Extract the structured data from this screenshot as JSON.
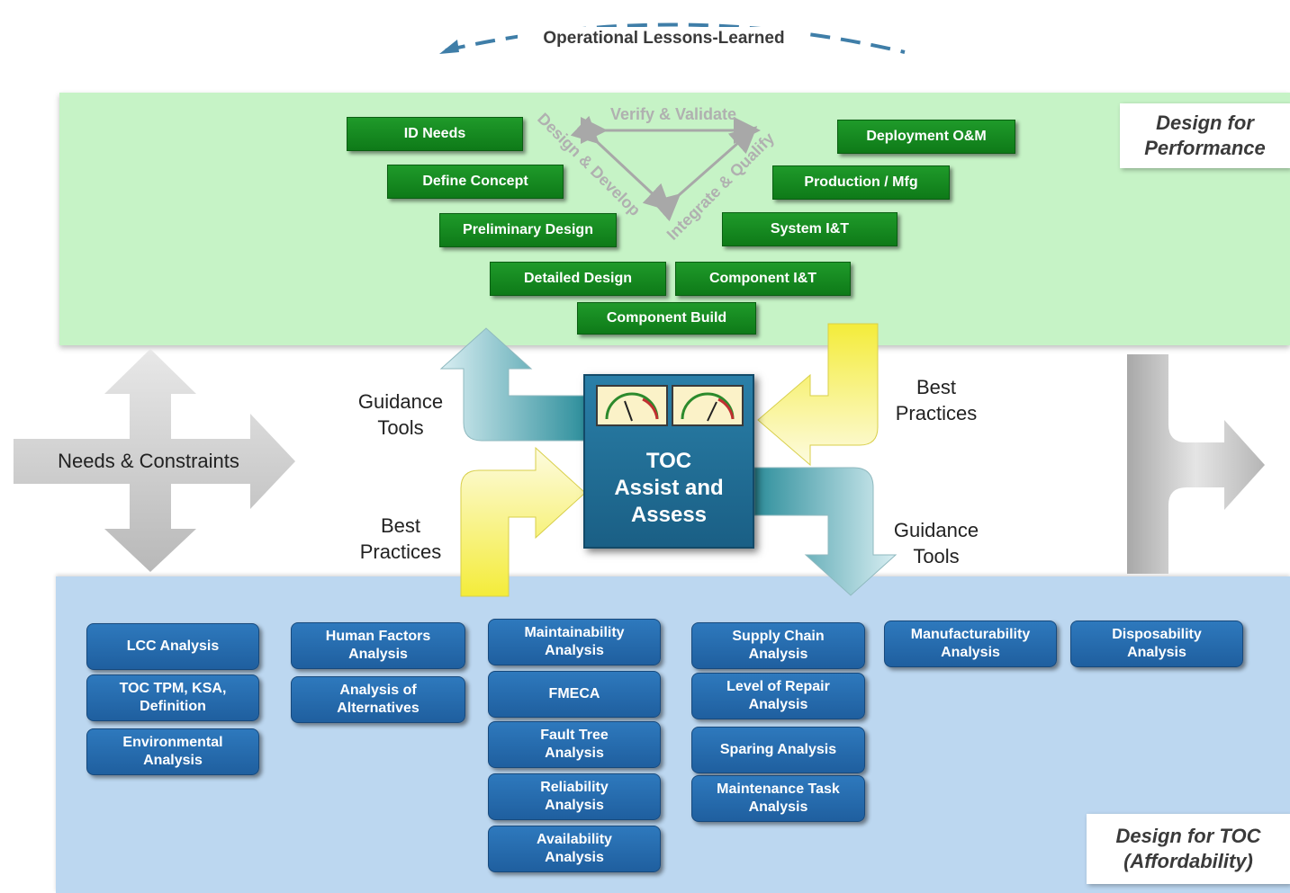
{
  "top_arc_label": "Operational Lessons-Learned",
  "performance_title": [
    "Design for",
    "Performance"
  ],
  "toc_title": [
    "Design for TOC",
    "(Affordability)"
  ],
  "v_diagram": {
    "left_steps": [
      "ID Needs",
      "Define Concept",
      "Preliminary Design",
      "Detailed Design"
    ],
    "bottom_step": "Component Build",
    "right_steps": [
      "Deployment O&M",
      "Production / Mfg",
      "System I&T",
      "Component I&T"
    ],
    "verify_label": "Verify & Validate",
    "design_label": "Design & Develop",
    "integrate_label": "Integrate & Qualify"
  },
  "center": {
    "lines": [
      "TOC",
      "Assist and",
      "Assess"
    ],
    "guidance_left": [
      "Guidance",
      "Tools"
    ],
    "best_left": [
      "Best",
      "Practices"
    ],
    "best_right": [
      "Best",
      "Practices"
    ],
    "guidance_right": [
      "Guidance",
      "Tools"
    ]
  },
  "needs_label": "Needs & Constraints",
  "analyses": {
    "col1": [
      [
        "LCC Analysis"
      ],
      [
        "TOC TPM, KSA,",
        "Definition"
      ],
      [
        "Environmental",
        "Analysis"
      ]
    ],
    "col2": [
      [
        "Human Factors",
        "Analysis"
      ],
      [
        "Analysis of",
        "Alternatives"
      ]
    ],
    "col3": [
      [
        "Maintainability",
        "Analysis"
      ],
      [
        "FMECA"
      ],
      [
        "Fault Tree",
        "Analysis"
      ],
      [
        "Reliability",
        "Analysis"
      ],
      [
        "Availability",
        "Analysis"
      ]
    ],
    "col4": [
      [
        "Supply Chain",
        "Analysis"
      ],
      [
        "Level of Repair",
        "Analysis"
      ],
      [
        "Sparing Analysis"
      ],
      [
        "Maintenance Task",
        "Analysis"
      ]
    ],
    "col5": [
      [
        "Manufacturability",
        "Analysis"
      ]
    ],
    "col6": [
      [
        "Disposability",
        "Analysis"
      ]
    ]
  },
  "colors": {
    "green_band": "#c6f3c6",
    "blue_band": "#bcd7f0",
    "green_box": "#178a22",
    "blue_box": "#2769ac",
    "toc_box": "#22709a"
  }
}
